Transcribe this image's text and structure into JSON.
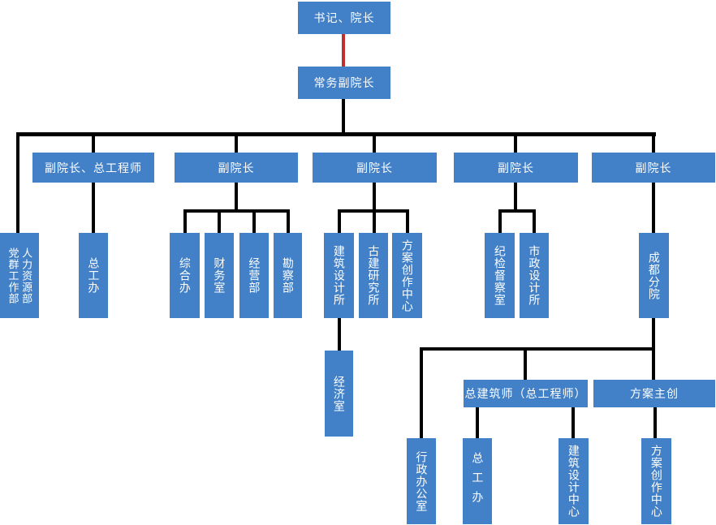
{
  "diagram": {
    "type": "org-chart",
    "node_fill_color": "#4280c8",
    "node_text_color": "#ffffff",
    "connector_color": "#000000",
    "emphasis_connector_color": "#be302b",
    "nodes": {
      "secretary_dean": "书记、院长",
      "executive_vice_dean": "常务副院长",
      "vice_dean_chief_engineer": "副院长、总工程师",
      "vice_dean_2": "副院长",
      "vice_dean_3": "副院长",
      "vice_dean_4": "副院长",
      "vice_dean_5": "副院长",
      "party_mass_work_dept": "党群工作部",
      "human_resources_dept": "人力资源部",
      "chief_engineer_office": "总工办",
      "general_affairs_office": "综合办",
      "finance_office": "财务室",
      "business_dept": "经营部",
      "survey_dept": "勘察部",
      "architectural_design_institute": "建筑设计所",
      "ancient_architecture_research_institute": "古建研究所",
      "scheme_creation_center": "方案创作中心",
      "discipline_inspection_office": "纪检督察室",
      "municipal_design_institute": "市政设计所",
      "chengdu_branch": "成都分院",
      "economy_office": "经济室",
      "chief_architect": "总建筑师（总工程师）",
      "scheme_lead": "方案主创",
      "administrative_office": "行政办公室",
      "chief_engineer_office_2": "总工办",
      "architectural_design_center": "建筑设计中心",
      "scheme_creation_center_2": "方案创作中心"
    }
  }
}
